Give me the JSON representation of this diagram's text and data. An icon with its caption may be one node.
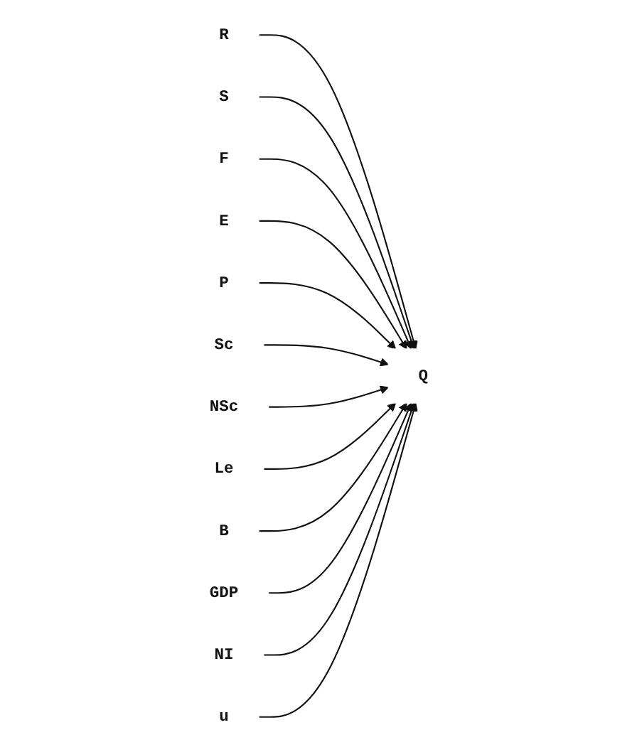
{
  "diagram": {
    "nodes": [
      {
        "text": [
          "R"
        ]
      },
      {
        "text": [
          "S"
        ]
      },
      {
        "text": [
          "F"
        ]
      },
      {
        "text": [
          "E"
        ]
      },
      {
        "text": [
          "P"
        ]
      },
      {
        "text": [
          "Sc"
        ]
      },
      {
        "text": [
          "NSc"
        ]
      },
      {
        "text": [
          "Le"
        ]
      },
      {
        "text": [
          "Q"
        ]
      },
      {
        "text": [
          "B"
        ]
      },
      {
        "text": [
          "GDP"
        ]
      },
      {
        "text": [
          "NI"
        ]
      },
      {
        "text": [
          "u"
        ]
      }
    ],
    "edges": [
      {
        "from": 0,
        "to": 8,
        "arrow": "to"
      },
      {
        "from": 1,
        "to": 8,
        "arrow": "to"
      },
      {
        "from": 2,
        "to": 8,
        "arrow": "to"
      },
      {
        "from": 3,
        "to": 8,
        "arrow": "to"
      },
      {
        "from": 4,
        "to": 8,
        "arrow": "to"
      },
      {
        "from": 5,
        "to": 8,
        "arrow": "to"
      },
      {
        "from": 6,
        "to": 8,
        "arrow": "to"
      },
      {
        "from": 7,
        "to": 8,
        "arrow": "to"
      },
      {
        "from": 9,
        "to": 8,
        "arrow": "to"
      },
      {
        "from": 10,
        "to": 8,
        "arrow": "to"
      },
      {
        "from": 11,
        "to": 8,
        "arrow": "to"
      },
      {
        "from": 12,
        "to": 8,
        "arrow": "to"
      }
    ]
  }
}
